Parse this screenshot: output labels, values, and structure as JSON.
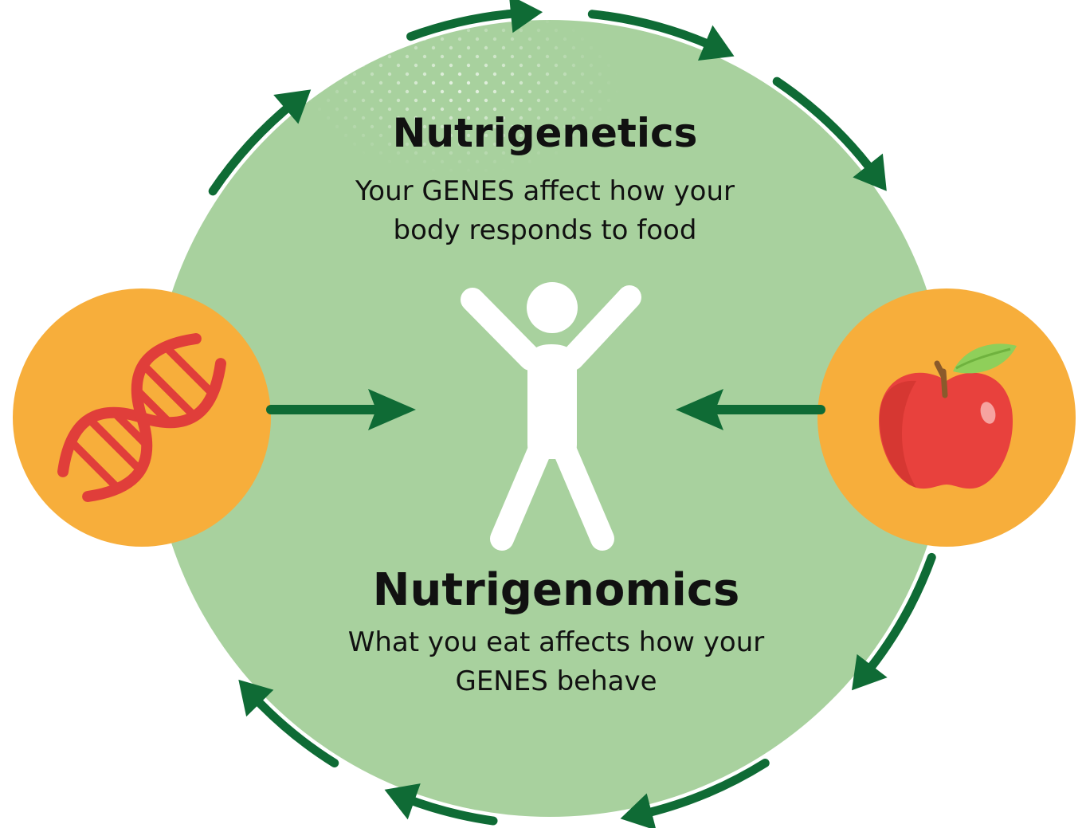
{
  "nutrigenetics": {
    "title": "Nutrigenetics",
    "line1": "Your GENES affect how your",
    "line2": "body responds to food"
  },
  "nutrigenomics": {
    "title": "Nutrigenomics",
    "line1": "What you eat affects how your",
    "line2": "GENES behave"
  },
  "icons": {
    "left": "dna-icon",
    "center": "person-icon",
    "right": "apple-icon"
  },
  "colors": {
    "circle_fill": "#a8d19e",
    "cycle_arrows": "#0f6b35",
    "icon_badge": "#f7ae3b",
    "dna": "#e03e3a",
    "apple": "#e8413d",
    "leaf": "#8fcf5a",
    "person": "#ffffff"
  }
}
